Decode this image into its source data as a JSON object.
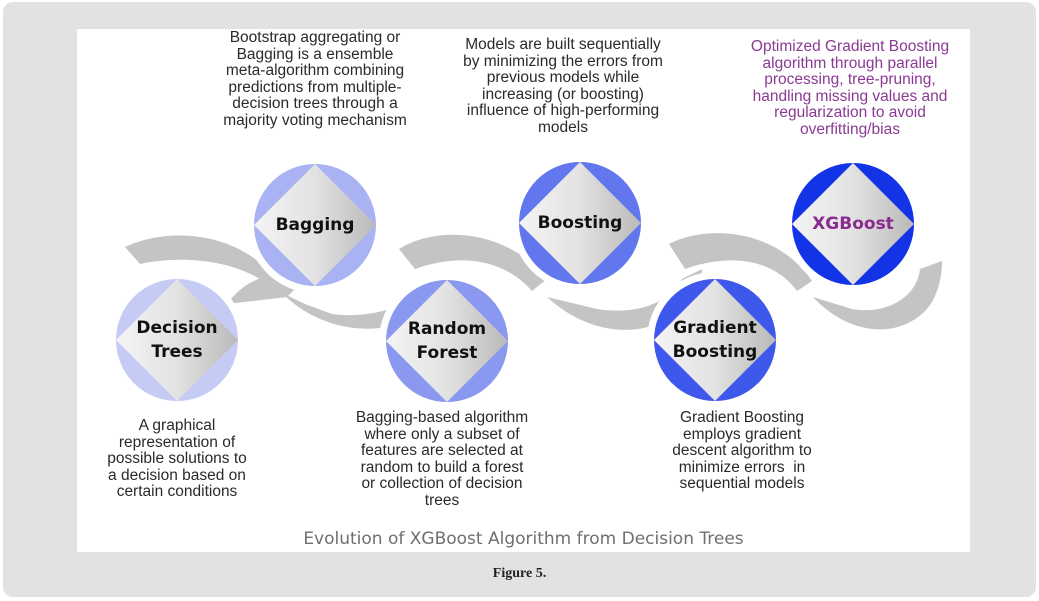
{
  "figure": {
    "caption": "Figure 5.",
    "title": "Evolution of XGBoost Algorithm from Decision Trees"
  },
  "nodes": [
    {
      "id": "decision-trees",
      "lines": [
        "Decision",
        "Trees"
      ],
      "ring_color": "#c5cbf5",
      "label_color": "#111111",
      "description": [
        "A graphical",
        "representation of",
        "possible solutions to",
        "a decision based on",
        "certain conditions"
      ]
    },
    {
      "id": "bagging",
      "lines": [
        "Bagging"
      ],
      "ring_color": "#a9b3f3",
      "label_color": "#111111",
      "description": [
        "Bootstrap aggregating or",
        "Bagging is a ensemble",
        "meta-algorithm combining",
        "predictions from multiple-",
        "decision trees through a",
        "majority voting mechanism"
      ]
    },
    {
      "id": "random-forest",
      "lines": [
        "Random",
        "Forest"
      ],
      "ring_color": "#8a98f0",
      "label_color": "#111111",
      "description": [
        "Bagging-based algorithm",
        "where only a subset of",
        "features are selected at",
        "random to build a forest",
        "or collection of decision",
        "trees"
      ]
    },
    {
      "id": "boosting",
      "lines": [
        "Boosting"
      ],
      "ring_color": "#6276ee",
      "label_color": "#111111",
      "description": [
        "Models are built sequentially",
        "by minimizing the errors from",
        "previous models while",
        "increasing (or boosting)",
        "influence of high-performing",
        "models"
      ]
    },
    {
      "id": "gradient-boosting",
      "lines": [
        "Gradient",
        "Boosting"
      ],
      "ring_color": "#3f58ec",
      "label_color": "#111111",
      "description": [
        "Gradient Boosting",
        "employs gradient",
        "descent algorithm to",
        "minimize errors  in",
        "sequential models"
      ]
    },
    {
      "id": "xgboost",
      "lines": [
        "XGBoost"
      ],
      "ring_color": "#1233e6",
      "label_color": "#8a2a8f",
      "description": [
        "Optimized Gradient Boosting",
        "algorithm through parallel",
        "processing, tree-pruning,",
        "handling missing values and",
        "regularization to avoid",
        "overfitting/bias"
      ]
    }
  ],
  "colors": {
    "arrow": "#c4c4c4",
    "frame": "#e2e2e2",
    "description_text": "#2a2a2a",
    "xgboost_text": "#8a3a93"
  }
}
